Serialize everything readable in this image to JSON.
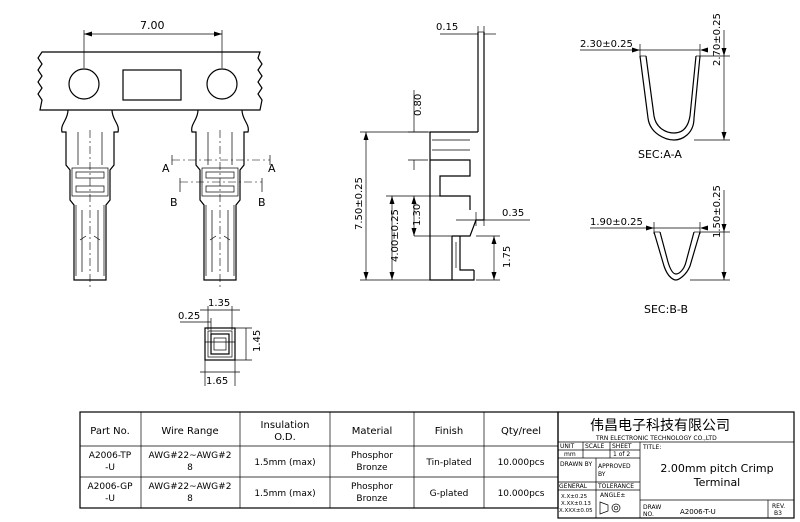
{
  "dimensions": {
    "pitch": "7.00",
    "thickness": "0.15",
    "d080": "0.80",
    "d750": "7.50±0.25",
    "d400": "4.00±0.25",
    "d130": "1.30",
    "d035": "0.35",
    "d175": "1.75",
    "sec_a_width": "2.30±0.25",
    "sec_a_height": "2.70±0.25",
    "sec_b_width": "1.90±0.25",
    "sec_b_height": "1.50±0.25",
    "end_top": "1.35",
    "end_left": "0.25",
    "end_height": "1.45",
    "end_bottom": "1.65"
  },
  "section_marks": {
    "a": "A",
    "b": "B"
  },
  "section_labels": {
    "sec_a": "SEC:A-A",
    "sec_b": "SEC:B-B"
  },
  "table": {
    "headers": [
      "Part No.",
      "Wire Range",
      "Insulation O.D.",
      "Material",
      "Finish",
      "Qty/reel"
    ],
    "header_insulation_l1": "Insulation",
    "header_insulation_l2": "O.D.",
    "rows": [
      {
        "part_l1": "A2006-TP",
        "part_l2": "-U",
        "wire_l1": "AWG#22~AWG#2",
        "wire_l2": "8",
        "insulation": "1.5mm (max)",
        "material_l1": "Phosphor",
        "material_l2": "Bronze",
        "finish": "Tin-plated",
        "qty": "10.000pcs"
      },
      {
        "part_l1": "A2006-GP",
        "part_l2": "-U",
        "wire_l1": "AWG#22~AWG#2",
        "wire_l2": "8",
        "insulation": "1.5mm (max)",
        "material_l1": "Phosphor",
        "material_l2": "Bronze",
        "finish": "G-plated",
        "qty": "10.000pcs"
      }
    ]
  },
  "title_block": {
    "company_cn": "伟昌电子科技有限公司",
    "company_en": "TRN ELECTRONIC TECHNOLOGY CO.,LTD",
    "unit_label": "UNIT",
    "unit_value": "mm",
    "scale_label": "SCALE",
    "sheet_label": "SHEET",
    "sheet_value": "1 of 2",
    "title_label": "TITLE:",
    "title_l1": "2.00mm pitch Crimp",
    "title_l2": "Terminal",
    "drawn_by": "DRAWN BY",
    "approved_l1": "APPROVED",
    "approved_l2": "BY",
    "general": "GENERAL",
    "tolerance": "TOLERANCE",
    "tol1": "X.X±0.25",
    "tol2": "X.XX±0.13",
    "tol3": "X.XXX±0.05",
    "angle": "ANGLE±",
    "drawing_no_l1": "DRAW",
    "drawing_no_l2": "NO.",
    "drawing_no": "A2006-T-U",
    "rev_label": "REV.",
    "rev_value": "B3"
  }
}
